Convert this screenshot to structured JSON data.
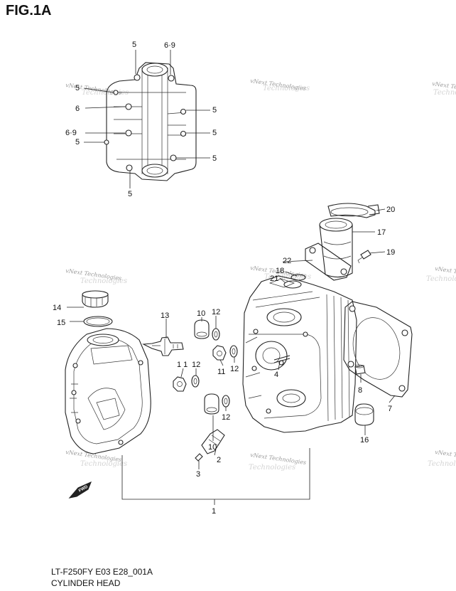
{
  "figure": {
    "title": "FIG.1A"
  },
  "footer": {
    "code": "LT-F250FY E03 E28_001A",
    "name": "CYLINDER HEAD"
  },
  "watermark": {
    "text": "vNext Technologies",
    "ghost": "Technologies"
  },
  "fwd_mark": {
    "label": "FWD"
  },
  "callouts": {
    "c1": "1",
    "c2": "2",
    "c3": "3",
    "c4": "4",
    "c5": "5",
    "c69": "6·9",
    "c6": "6",
    "c7": "7",
    "c8": "8",
    "c10": "10",
    "c11": "11",
    "c11b": "1 1",
    "c12": "12",
    "c13": "13",
    "c14": "14",
    "c15": "15",
    "c16": "16",
    "c17": "17",
    "c18": "18",
    "c19": "19",
    "c20": "20",
    "c21": "21",
    "c22": "22"
  }
}
